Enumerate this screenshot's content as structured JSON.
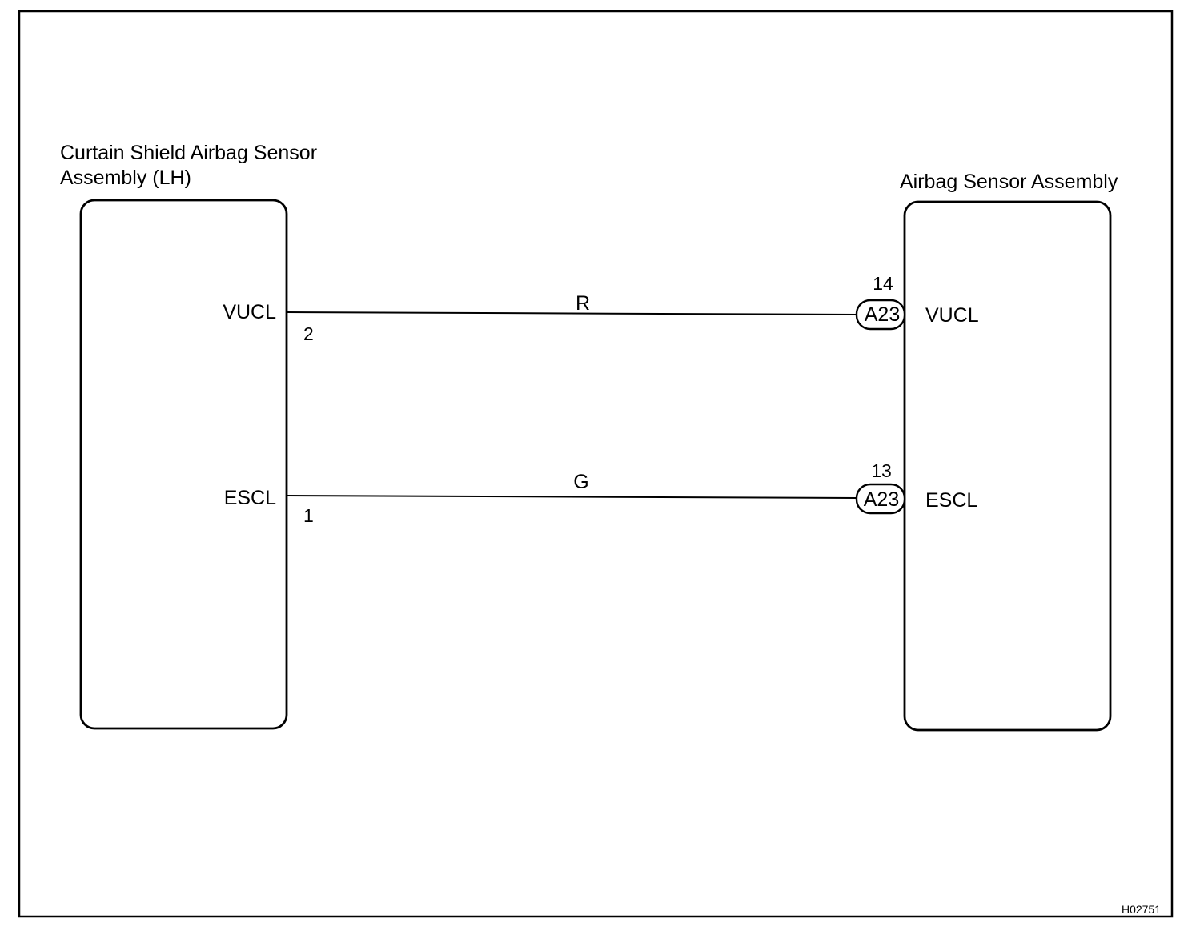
{
  "left_component": {
    "name_line1": "Curtain Shield Airbag Sensor",
    "name_line2": "Assembly (LH)",
    "terminals": [
      {
        "signal": "VUCL",
        "pin": "2"
      },
      {
        "signal": "ESCL",
        "pin": "1"
      }
    ]
  },
  "right_component": {
    "name": "Airbag Sensor Assembly",
    "terminals": [
      {
        "signal": "VUCL",
        "pin": "14",
        "connector": "A23"
      },
      {
        "signal": "ESCL",
        "pin": "13",
        "connector": "A23"
      }
    ]
  },
  "wires": [
    {
      "color_code": "R",
      "from": "VUCL",
      "to": "VUCL"
    },
    {
      "color_code": "G",
      "from": "ESCL",
      "to": "ESCL"
    }
  ],
  "figure_code": "H02751"
}
